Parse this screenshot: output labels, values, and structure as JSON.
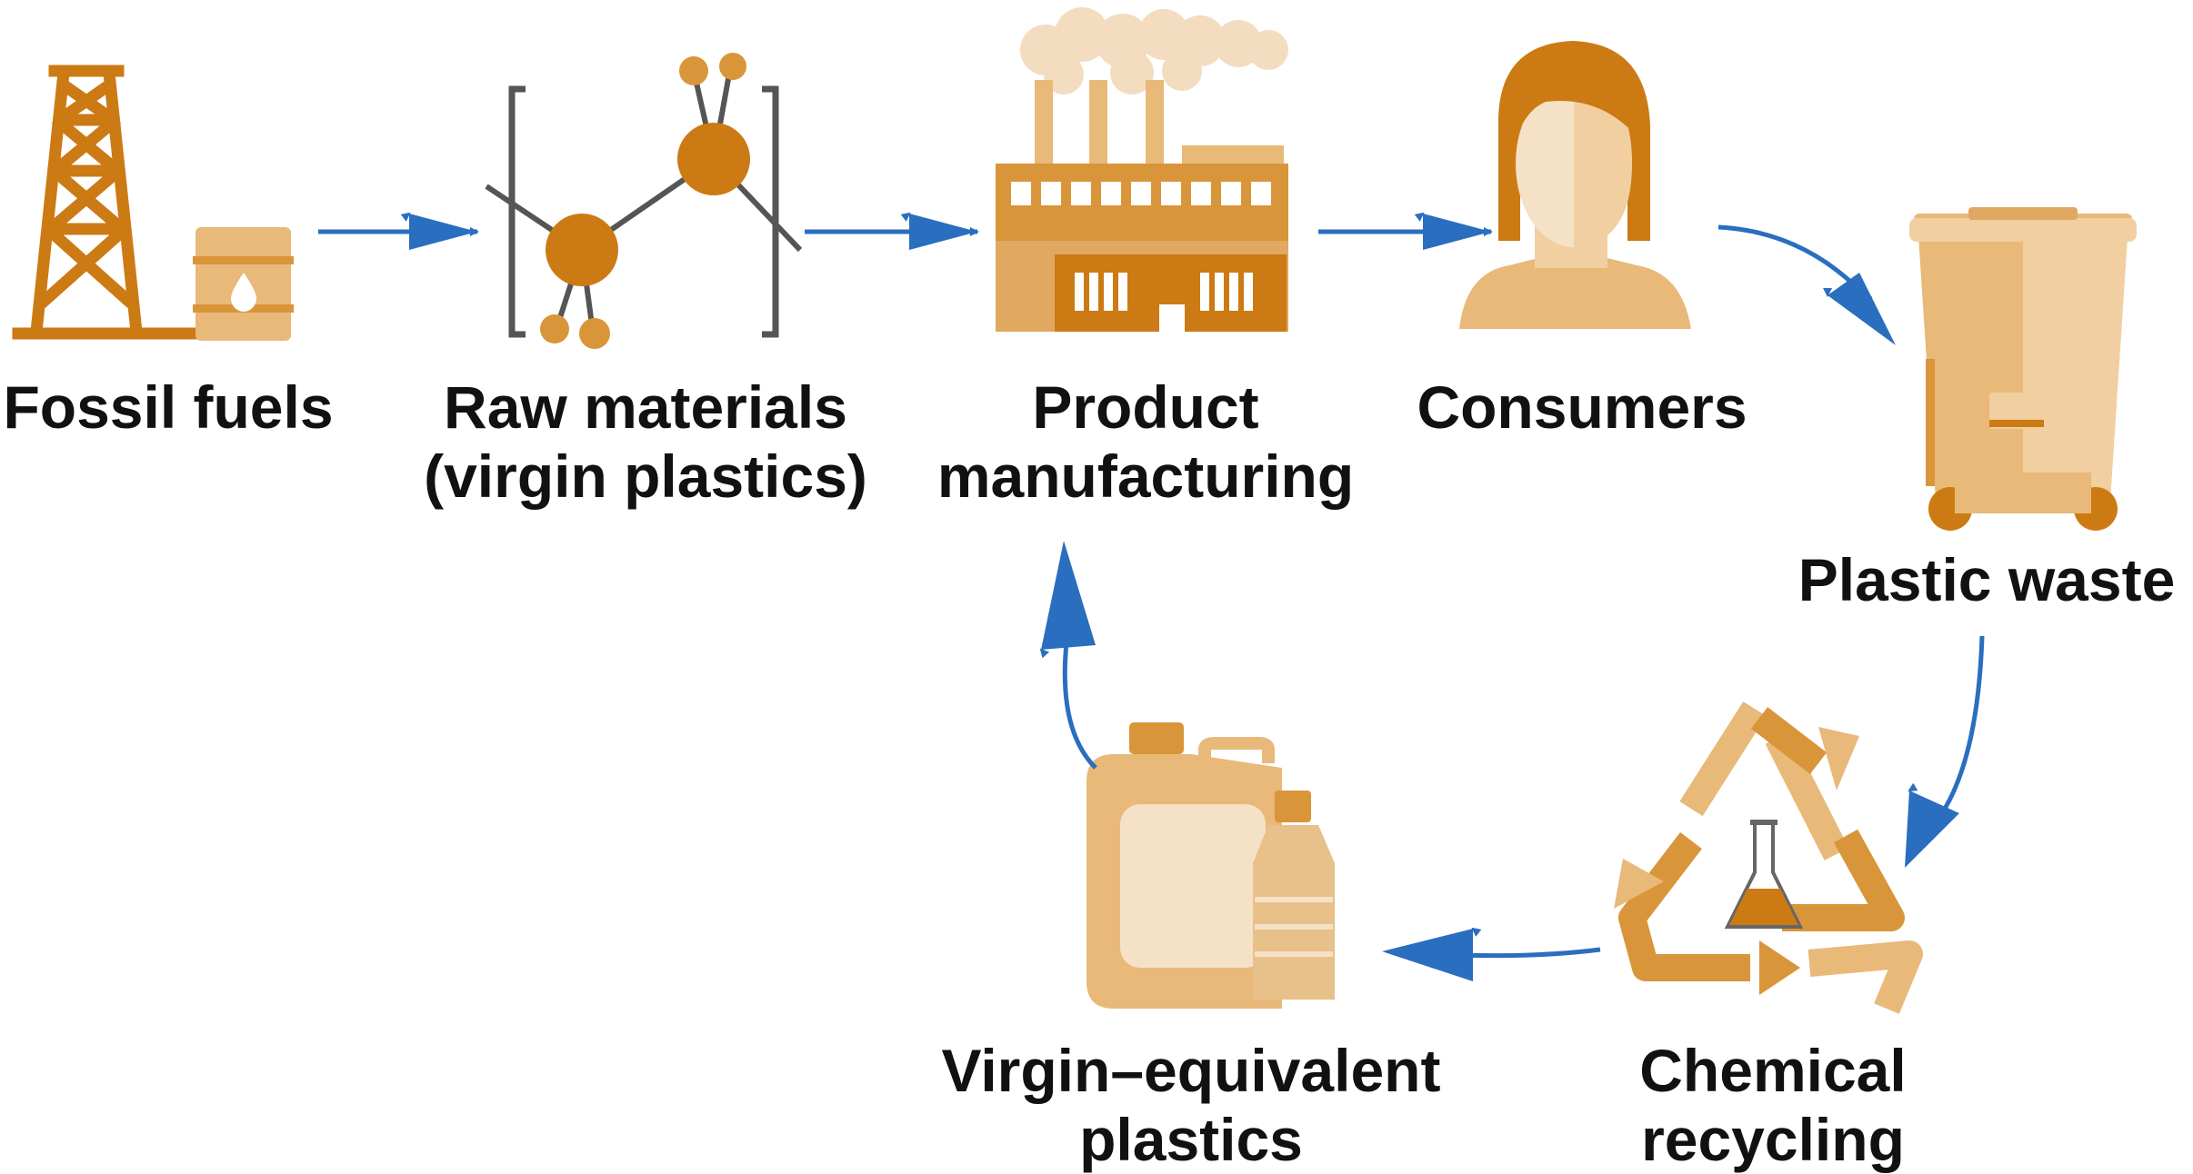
{
  "colors": {
    "orange_dark": "#cc7a14",
    "orange_mid": "#d9953a",
    "orange_light": "#e8b978",
    "orange_pale": "#f3d6a8",
    "cream": "#f5e2c6",
    "arrow_blue": "#2a6ebf",
    "bracket_gray": "#555555",
    "text": "#111111"
  },
  "nodes": [
    {
      "id": "fossil-fuels",
      "icon": "oil-derrick-and-barrel-icon",
      "label": [
        "Fossil fuels"
      ]
    },
    {
      "id": "raw-materials",
      "icon": "polymer-molecule-icon",
      "label": [
        "Raw materials",
        "(virgin plastics)"
      ]
    },
    {
      "id": "product-manufacturing",
      "icon": "factory-icon",
      "label": [
        "Product",
        "manufacturing"
      ]
    },
    {
      "id": "consumers",
      "icon": "person-icon",
      "label": [
        "Consumers"
      ]
    },
    {
      "id": "plastic-waste",
      "icon": "wheelie-bin-icon",
      "label": [
        "Plastic waste"
      ]
    },
    {
      "id": "chemical-recycling",
      "icon": "recycle-flask-icon",
      "label": [
        "Chemical",
        "recycling"
      ]
    },
    {
      "id": "virgin-equivalent",
      "icon": "plastic-containers-icon",
      "label": [
        "Virgin–equivalent",
        "plastics"
      ]
    }
  ],
  "edges": [
    {
      "from": "fossil-fuels",
      "to": "raw-materials"
    },
    {
      "from": "raw-materials",
      "to": "product-manufacturing"
    },
    {
      "from": "product-manufacturing",
      "to": "consumers"
    },
    {
      "from": "consumers",
      "to": "plastic-waste"
    },
    {
      "from": "plastic-waste",
      "to": "chemical-recycling"
    },
    {
      "from": "chemical-recycling",
      "to": "virgin-equivalent"
    },
    {
      "from": "virgin-equivalent",
      "to": "product-manufacturing"
    }
  ]
}
